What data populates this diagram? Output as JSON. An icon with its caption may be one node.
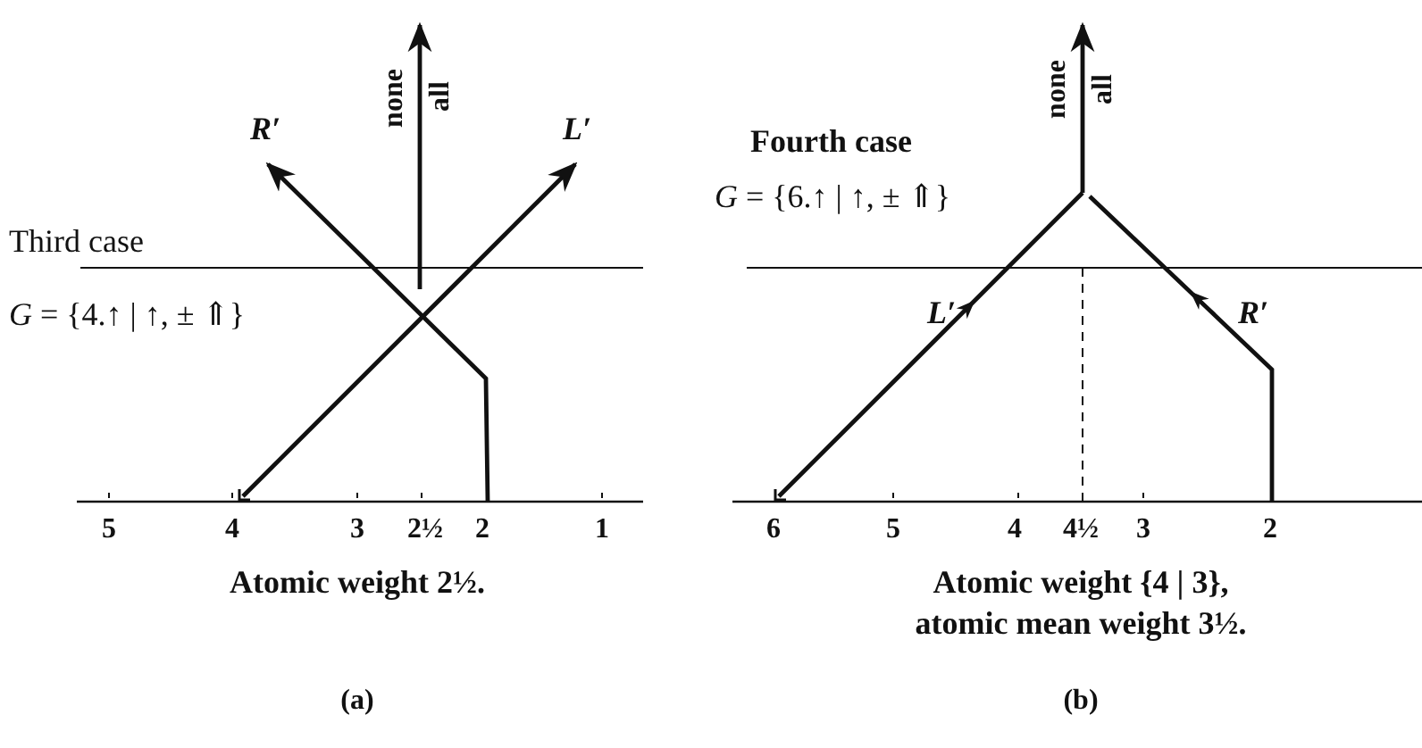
{
  "diagram": {
    "labels": [
      "none",
      "all",
      "R′",
      "L′",
      "Third case",
      "*G* = {4.↑ | ↑, ± ⇑}",
      "5",
      "4",
      "3",
      "2½",
      "2",
      "1",
      "Atomic weight 2½.",
      "(a)",
      "none",
      "all",
      "Fourth case",
      "*G* = {6.↑ | ↑, ± ⇑}",
      "L′",
      "R′",
      "6",
      "5",
      "4",
      "4½",
      "3",
      "2",
      "Atomic weight {4 | 3}, atomic mean weight 3½.",
      "(b)"
    ]
  }
}
